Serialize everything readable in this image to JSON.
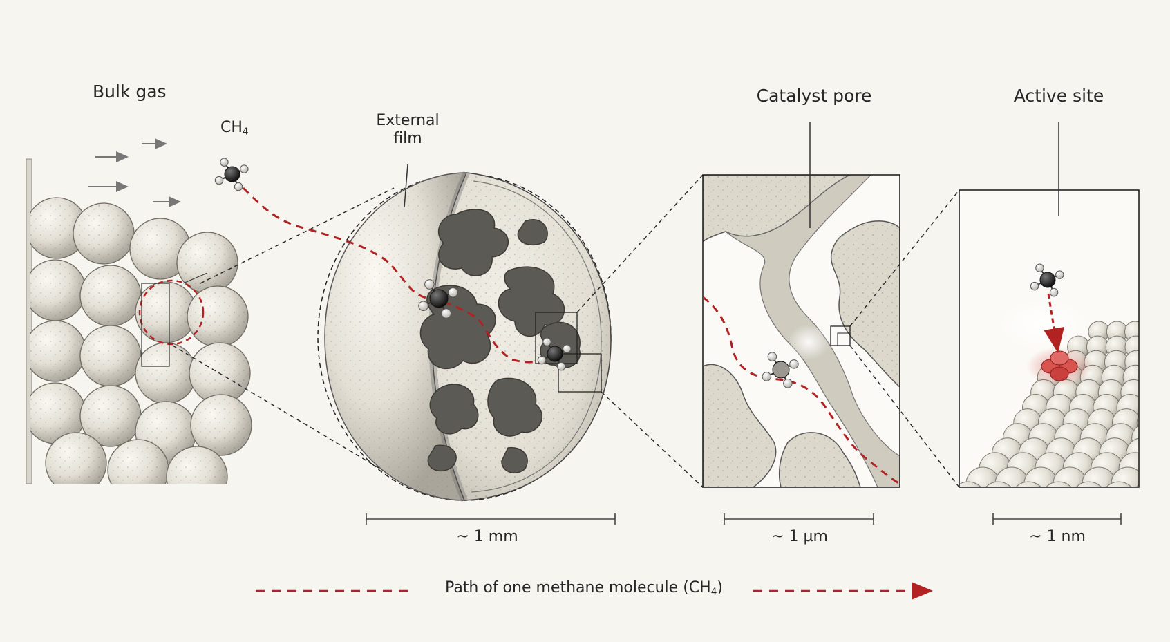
{
  "labels": {
    "bulk_gas": "Bulk gas",
    "ch4_prefix": "CH",
    "ch4_sub": "4",
    "external_film_line1": "External",
    "external_film_line2": "film",
    "catalyst_pore": "Catalyst pore",
    "active_site": "Active site"
  },
  "scales": {
    "mm": "~ 1 mm",
    "um": "~ 1 µm",
    "nm": "~ 1 nm"
  },
  "legend": {
    "text_prefix": "Path of one methane molecule (CH",
    "text_sub": "4",
    "text_suffix": ")"
  },
  "colors": {
    "background": "#f6f5f0",
    "ink": "#2a2a2a",
    "path_red": "#b22222",
    "pellet": "#e4e0d6",
    "pore_dark": "#5c5a55",
    "site_red": "#d9534f"
  },
  "icons": {
    "flow_arrow": "arrow-right-icon",
    "molecule": "methane-molecule-icon"
  }
}
